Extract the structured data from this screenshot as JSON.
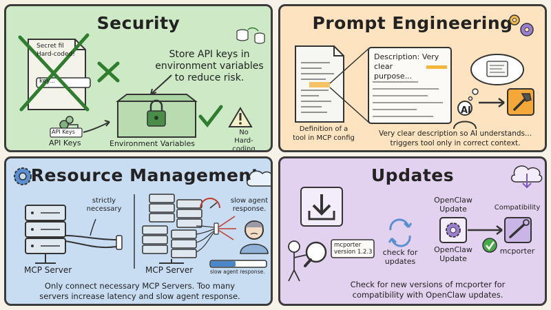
{
  "security": {
    "title": "Security",
    "note": "Store API keys in environment variables to reduce risk.",
    "note_lines": [
      "Store API keys in",
      "environment variables",
      "to reduce risk."
    ],
    "doc_lines": [
      "Secret fil",
      "Hard-coded!",
      "key..."
    ],
    "key_tag": "API Keys",
    "key_label": "API Keys",
    "env_label": "Environment Variables",
    "nohard_label": [
      "No",
      "Hard-coding"
    ]
  },
  "prompt": {
    "title": "Prompt Engineering",
    "desc_lines": [
      "Description: Very",
      "clear",
      "purpose..."
    ],
    "ai_label": "AI",
    "def_label": [
      "Definition of a",
      "tool in MCP config"
    ],
    "bottom_text": [
      "Very clear description so AI understands...",
      "triggers tool only in correct context."
    ]
  },
  "resource": {
    "title": "Resource Management",
    "strict_label": [
      "strictly",
      "necessary"
    ],
    "server1_label": "MCP Server",
    "server2_label": "MCP Server",
    "slow_label": [
      "slow agent",
      "response."
    ],
    "progress_label": "slow agent response.",
    "progress_fraction": 0.45,
    "bottom_text": [
      "Only connect necessary MCP Servers. Too many",
      "servers increase latency and slow agent response."
    ]
  },
  "updates": {
    "title": "Updates",
    "mag_text": [
      "mcporter",
      "version 1.2.3"
    ],
    "check_label": [
      "check for",
      "updates"
    ],
    "openclaw_top": [
      "OpenClaw",
      "Update"
    ],
    "openclaw_bottom": [
      "OpenClaw",
      "Update"
    ],
    "compat_label": "Compatibility",
    "mcporter_label": "mcporter",
    "bottom_text": [
      "Check for new versions of mcporter for",
      "compatibility with OpenClaw updates."
    ]
  }
}
